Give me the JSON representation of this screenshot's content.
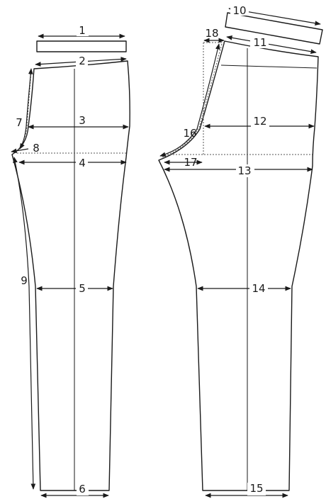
{
  "labels": {
    "m1": "1",
    "m2": "2",
    "m3": "3",
    "m4": "4",
    "m5": "5",
    "m6": "6",
    "m7": "7",
    "m8": "8",
    "m9": "9",
    "m10": "10",
    "m11": "11",
    "m12": "12",
    "m13": "13",
    "m14": "14",
    "m15": "15",
    "m16": "16",
    "m17": "17",
    "m18": "18"
  }
}
